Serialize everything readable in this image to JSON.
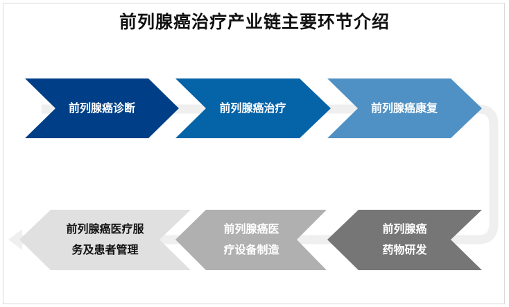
{
  "title": "前列腺癌治疗产业链主要环节介绍",
  "steps": [
    {
      "line1": "前列腺癌诊断",
      "line2": "",
      "color": "#003f87",
      "text_color": "#ffffff"
    },
    {
      "line1": "前列腺癌治疗",
      "line2": "",
      "color": "#0563a8",
      "text_color": "#ffffff"
    },
    {
      "line1": "前列腺癌康复",
      "line2": "",
      "color": "#4f91c4",
      "text_color": "#ffffff"
    },
    {
      "line1": "前列腺癌",
      "line2": "药物研发",
      "color": "#767676",
      "text_color": "#ffffff"
    },
    {
      "line1": "前列腺癌医",
      "line2": "疗设备制造",
      "color": "#b0b0b0",
      "text_color": "#ffffff"
    },
    {
      "line1": "前列腺癌医疗服",
      "line2": "务及患者管理",
      "color": "#e0e0e0",
      "text_color": "#111111"
    }
  ]
}
